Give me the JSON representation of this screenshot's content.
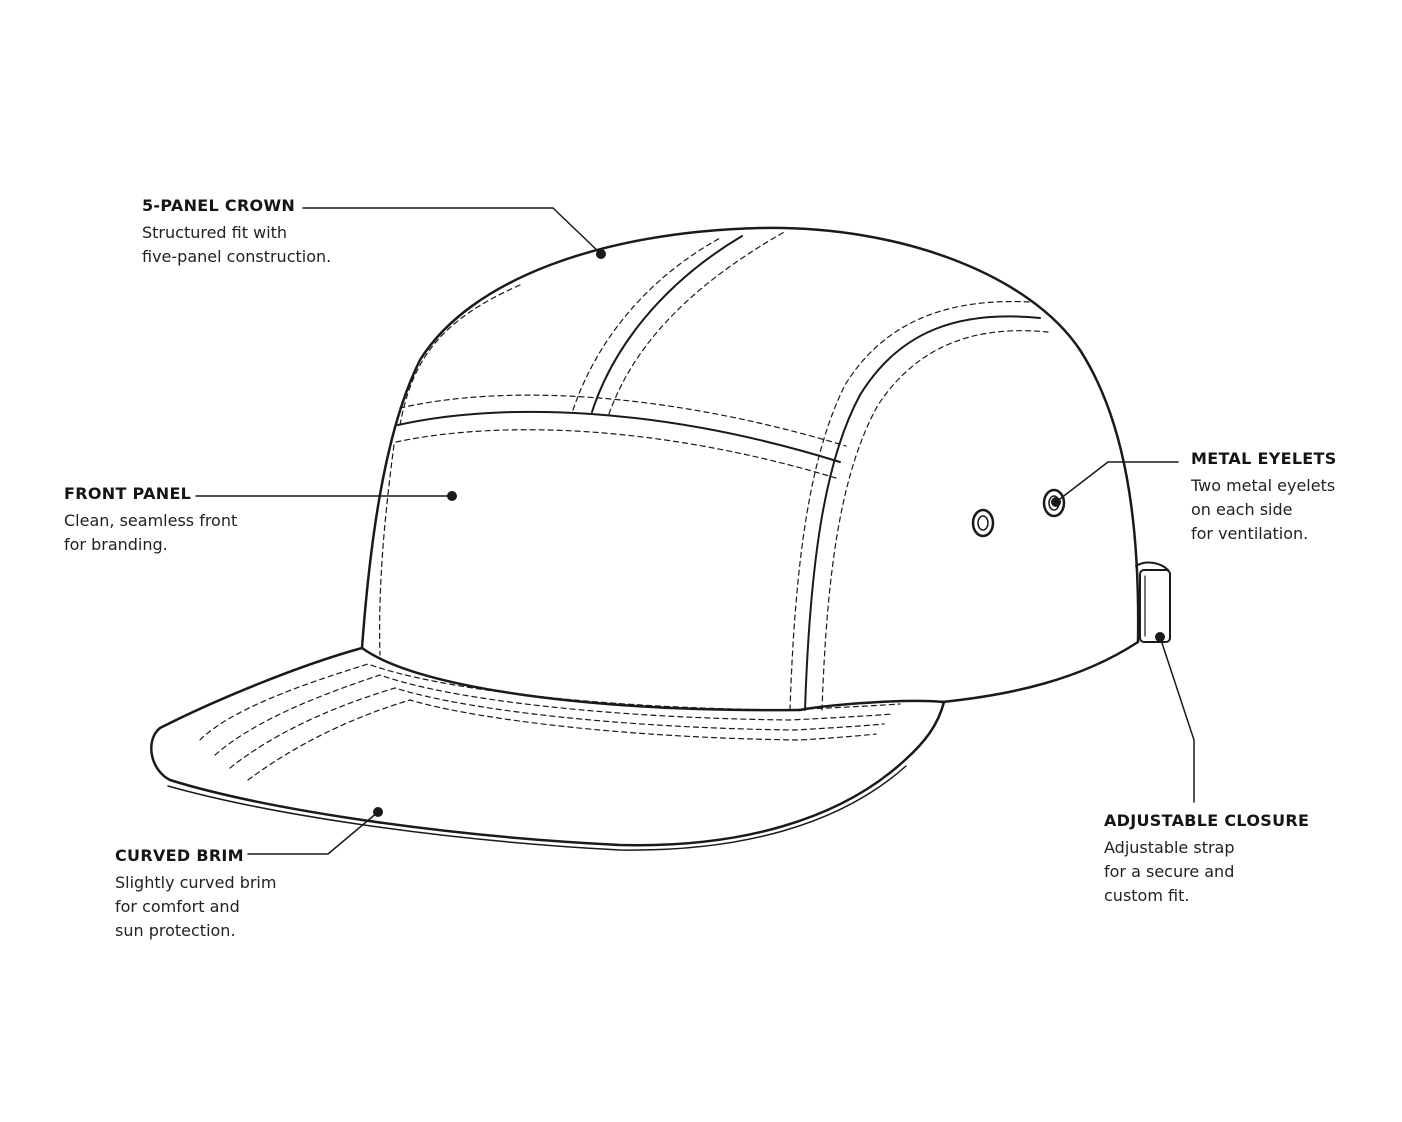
{
  "callouts": {
    "crown": {
      "title": "5-PANEL CROWN",
      "lines": [
        "Structured fit with",
        "five-panel construction."
      ]
    },
    "front": {
      "title": "FRONT PANEL",
      "lines": [
        "Clean, seamless front",
        "for branding."
      ]
    },
    "brim": {
      "title": "CURVED BRIM",
      "lines": [
        "Slightly curved brim",
        "for comfort and",
        "sun protection."
      ]
    },
    "eyelets": {
      "title": "METAL EYELETS",
      "lines": [
        "Two metal eyelets",
        "on each side",
        "for ventilation."
      ]
    },
    "closure": {
      "title": "ADJUSTABLE CLOSURE",
      "lines": [
        "Adjustable strap",
        "for a secure and",
        "custom fit."
      ]
    }
  },
  "colors": {
    "ink": "#1a1a1a",
    "background": "#ffffff"
  }
}
